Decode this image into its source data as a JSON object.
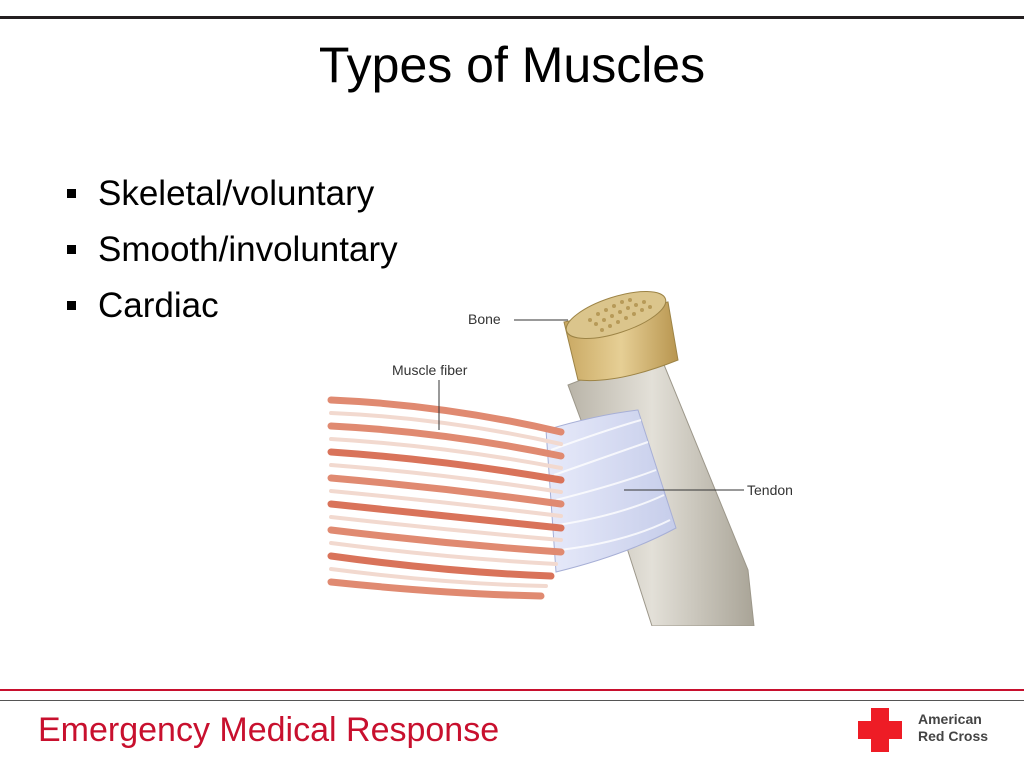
{
  "slide": {
    "title": "Types of Muscles",
    "bullets": [
      "Skeletal/voluntary",
      "Smooth/involuntary",
      "Cardiac"
    ]
  },
  "figure": {
    "labels": {
      "bone": "Bone",
      "muscle_fiber": "Muscle fiber",
      "tendon": "Tendon"
    }
  },
  "footer": {
    "title": "Emergency Medical Response",
    "logo_line1": "American",
    "logo_line2": "Red Cross"
  },
  "colors": {
    "footer_red": "#c8102e",
    "cross_red": "#ee1c25",
    "muscle": "#d9735a",
    "tendon": "#d6dcf2",
    "bone": "#d3cfc4"
  }
}
